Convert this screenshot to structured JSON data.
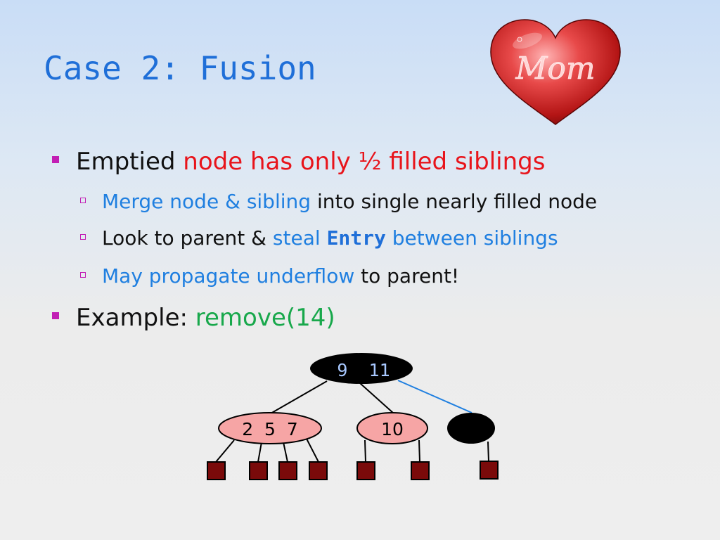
{
  "slide": {
    "title": "Case 2: Fusion",
    "heart_text": "Mom",
    "bullet1": {
      "prefix": "Emptied ",
      "highlight": "node has only ½ filled siblings"
    },
    "sub1": {
      "highlight": "Merge node & sibling",
      "rest": " into single nearly filled node"
    },
    "sub2": {
      "prefix": "Look to parent & ",
      "highlight1": "steal ",
      "code": "Entry",
      "highlight2": " between siblings"
    },
    "sub3": {
      "highlight": "May propagate underflow",
      "rest": " to parent!"
    },
    "bullet2": {
      "prefix": "Example: ",
      "highlight": "remove(14)"
    }
  },
  "tree": {
    "root_keys": "9  11",
    "left_keys": "2  5  7",
    "middle_keys": "10",
    "right_keys": ""
  },
  "colors": {
    "title": "#1f6fd8",
    "bullet_marker": "#c21fb4",
    "red": "#e8141b",
    "blue": "#1f7fe0",
    "green": "#18a84b",
    "node_pink": "#f6a5a5",
    "leaf_square": "#7a0a0a",
    "root_fill": "#000000",
    "root_text": "#a8c8ff"
  }
}
